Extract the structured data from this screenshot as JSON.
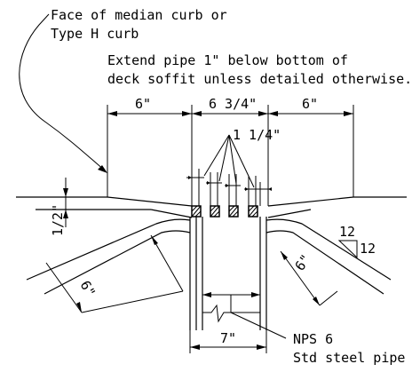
{
  "notes": {
    "curb_line1": "Face of median curb or",
    "curb_line2": "Type H curb",
    "extend_line1": "Extend pipe 1\" below bottom of",
    "extend_line2": "deck soffit unless detailed otherwise.",
    "pipe_line1": "NPS 6",
    "pipe_line2": "Std steel pipe"
  },
  "dimensions": {
    "left_top": "6\"",
    "center_top": "6 3/4\"",
    "right_top": "6\"",
    "spacing": "1 1/4\"",
    "left_vertical": "1/2\"",
    "left_slope": "6\"",
    "right_slope": "6\"",
    "bottom": "7\""
  },
  "slope": {
    "rise": "12",
    "run": "12"
  }
}
